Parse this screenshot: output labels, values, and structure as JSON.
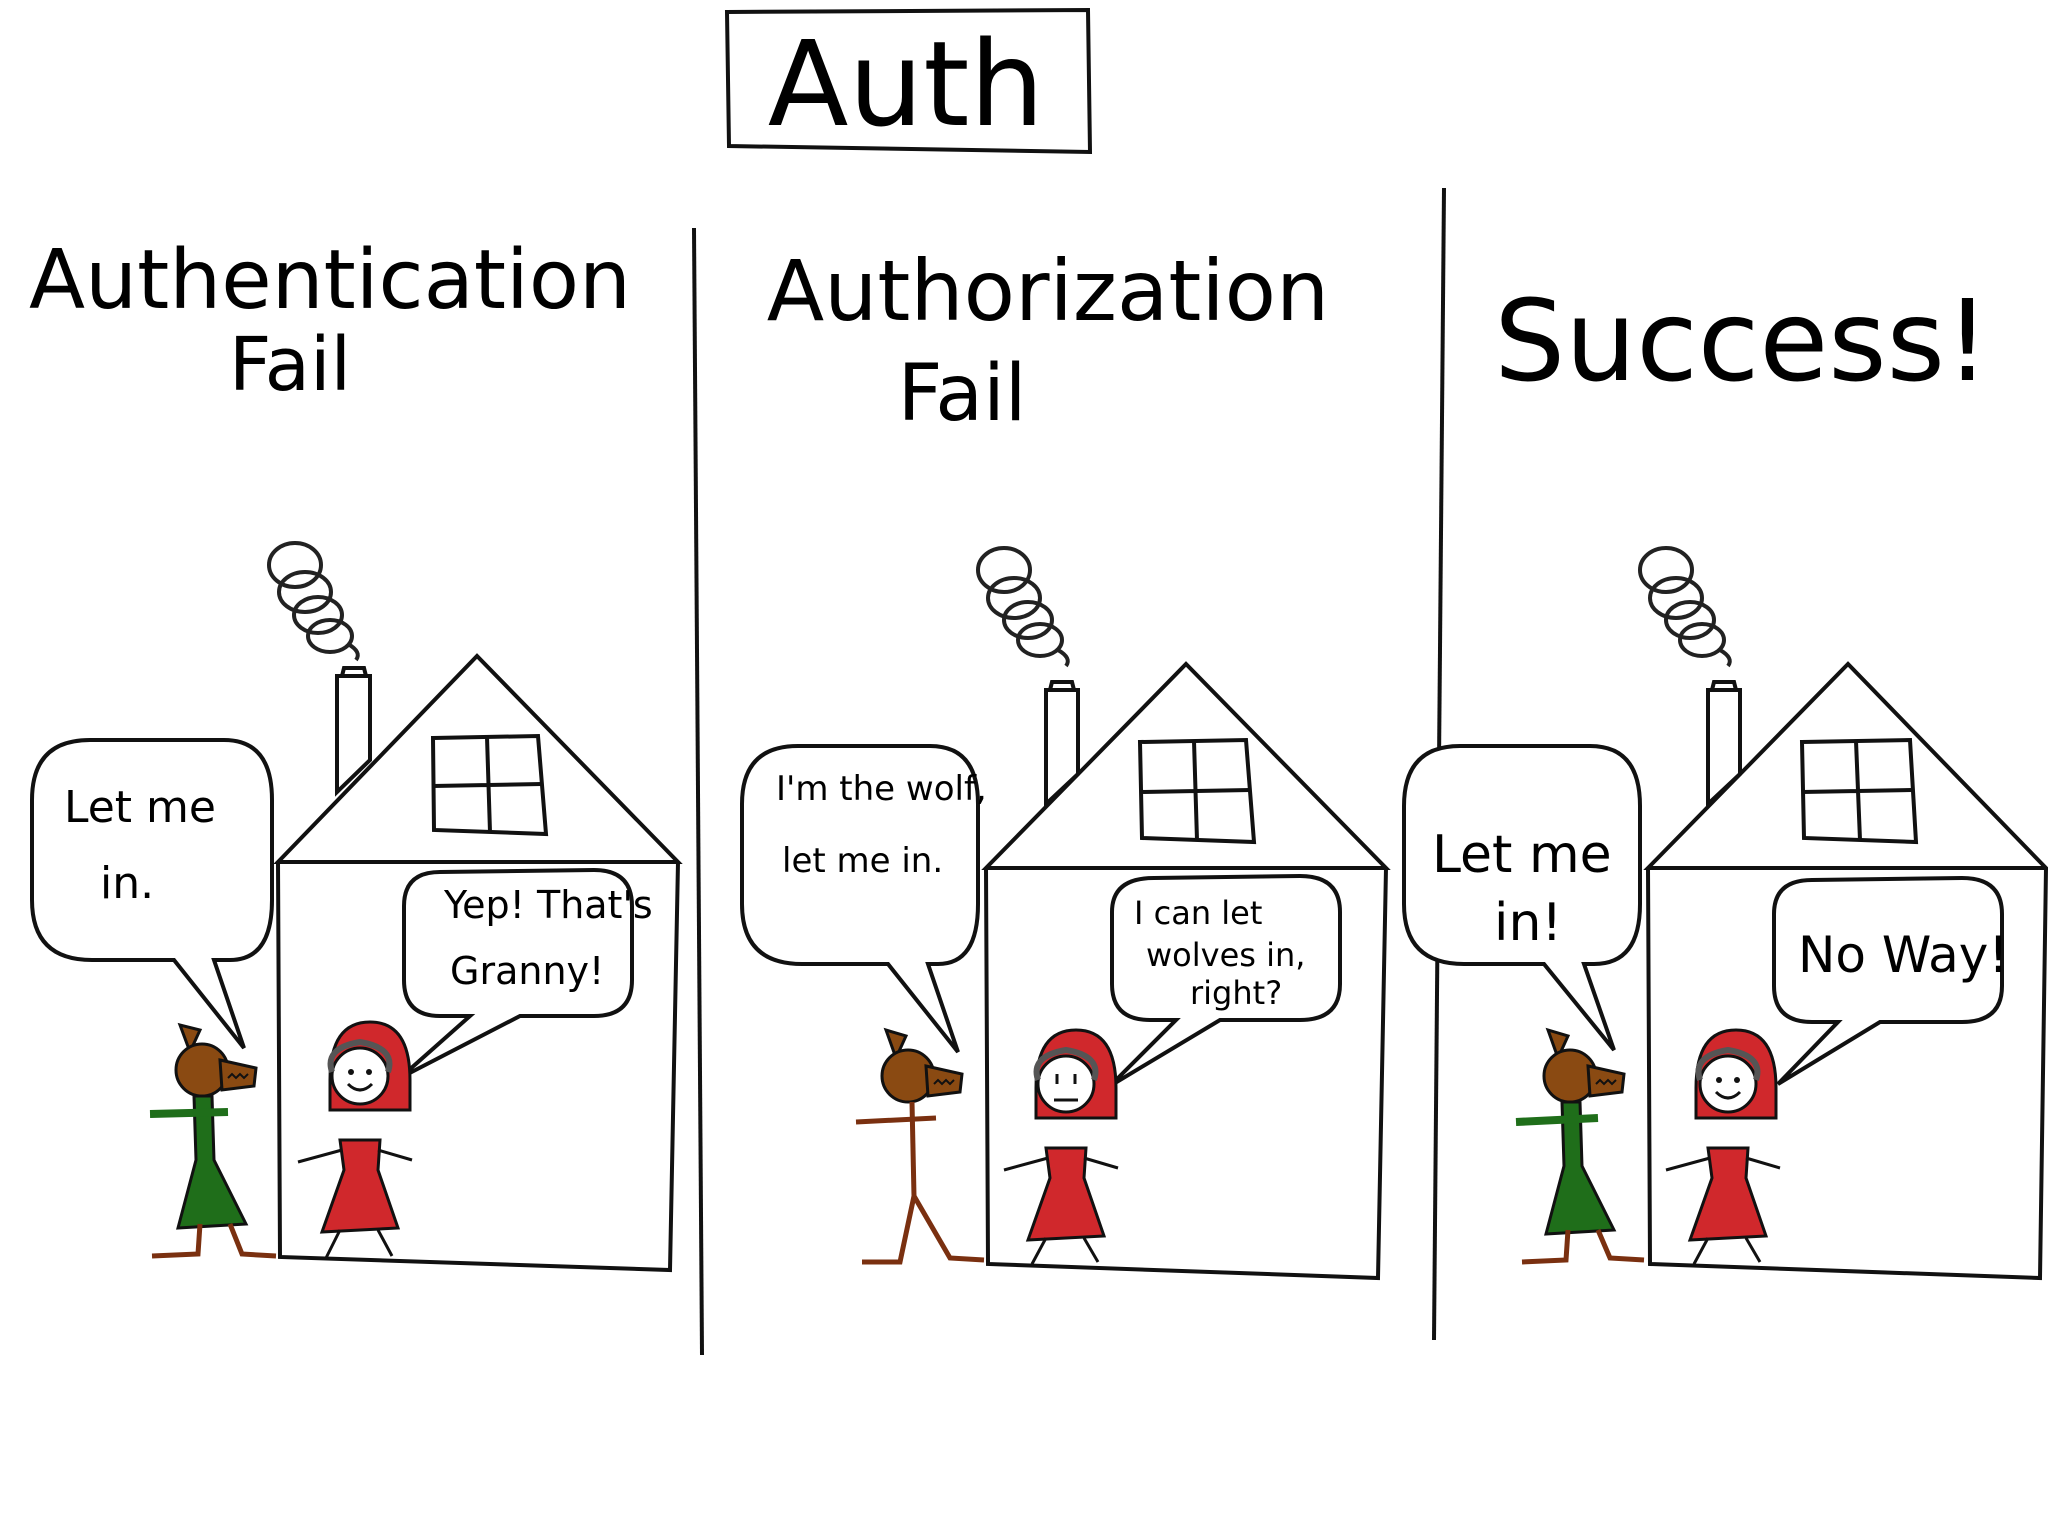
{
  "title": "Auth",
  "panels": [
    {
      "heading_line1": "Authentication",
      "heading_line2": "Fail",
      "wolf_speech": [
        "Let me",
        "in."
      ],
      "girl_speech": [
        "Yep! That's",
        "Granny!"
      ]
    },
    {
      "heading_line1": "Authorization",
      "heading_line2": "Fail",
      "wolf_speech": [
        "I'm the wolf,",
        "let me in."
      ],
      "girl_speech": [
        "I can let",
        "wolves in,",
        "right?"
      ]
    },
    {
      "heading_line1": "Success!",
      "heading_line2": "",
      "wolf_speech": [
        "Let me",
        "in!"
      ],
      "girl_speech": [
        "No Way!"
      ]
    }
  ],
  "colors": {
    "ink": "#111111",
    "hood_red": "#d0282c",
    "wolf_brown": "#8a4a12",
    "dress_green": "#1f6e1a",
    "wolf_leg_brown": "#7a3010"
  }
}
